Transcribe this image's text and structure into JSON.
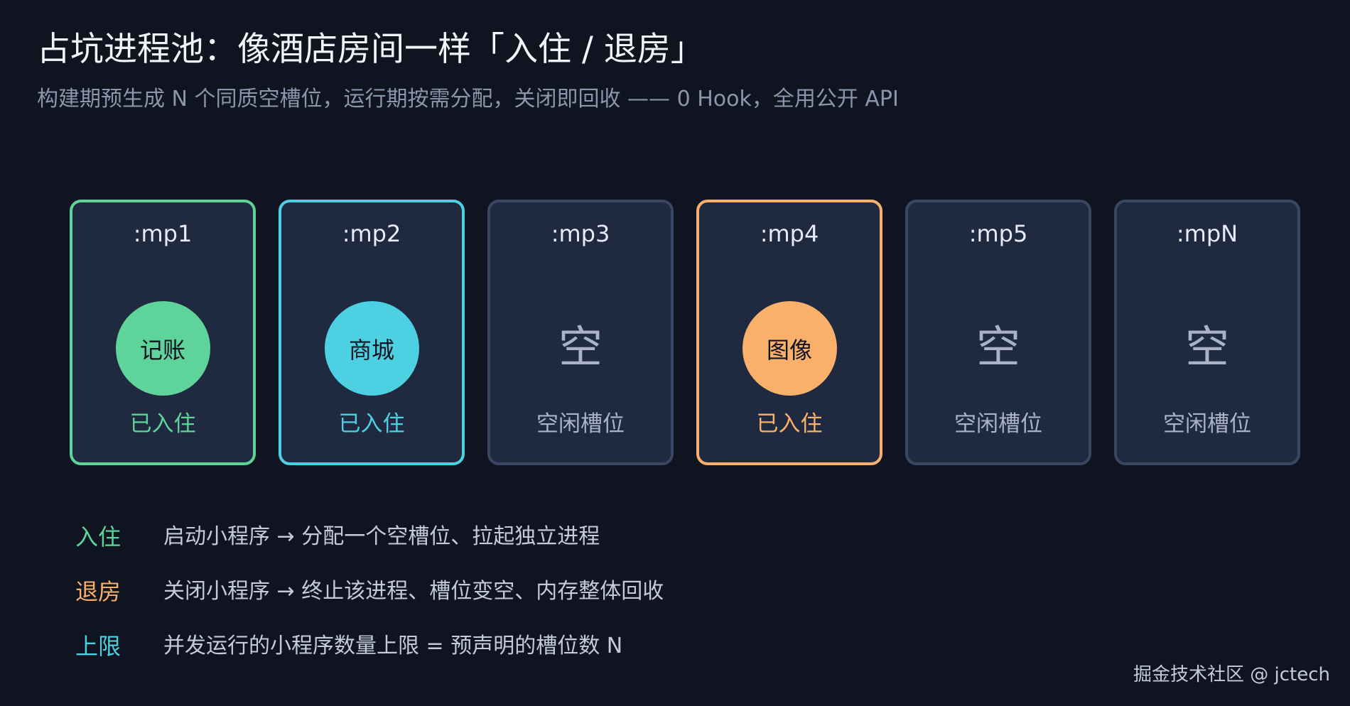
{
  "title": "占坑进程池：像酒店房间一样「入住 / 退房」",
  "subtitle": "构建期预生成 N 个同质空槽位，运行期按需分配，关闭即回收 —— 0 Hook，全用公开 API",
  "colors": {
    "background": "#0f1420",
    "card": "#1f2940",
    "empty_border": "#3a4661",
    "green": "#5ed39a",
    "cyan": "#4dd0e1",
    "orange": "#f8b06b",
    "muted_text": "#aab3c5"
  },
  "slots": [
    {
      "id": ":mp1",
      "state": "occupied",
      "tenant": "记账",
      "status": "已入住",
      "color": "#5ed39a"
    },
    {
      "id": ":mp2",
      "state": "occupied",
      "tenant": "商城",
      "status": "已入住",
      "color": "#4dd0e1"
    },
    {
      "id": ":mp3",
      "state": "empty",
      "glyph": "空",
      "status": "空闲槽位"
    },
    {
      "id": ":mp4",
      "state": "occupied",
      "tenant": "图像",
      "status": "已入住",
      "color": "#f8b06b"
    },
    {
      "id": ":mp5",
      "state": "empty",
      "glyph": "空",
      "status": "空闲槽位"
    },
    {
      "id": ":mpN",
      "state": "empty",
      "glyph": "空",
      "status": "空闲槽位"
    }
  ],
  "legend": [
    {
      "term": "入住",
      "desc": "启动小程序 → 分配一个空槽位、拉起独立进程",
      "color": "#5ed39a"
    },
    {
      "term": "退房",
      "desc": "关闭小程序 → 终止该进程、槽位变空、内存整体回收",
      "color": "#f8b06b"
    },
    {
      "term": "上限",
      "desc": "并发运行的小程序数量上限 = 预声明的槽位数 N",
      "color": "#4dd0e1"
    }
  ],
  "watermark": "掘金技术社区 @ jctech"
}
